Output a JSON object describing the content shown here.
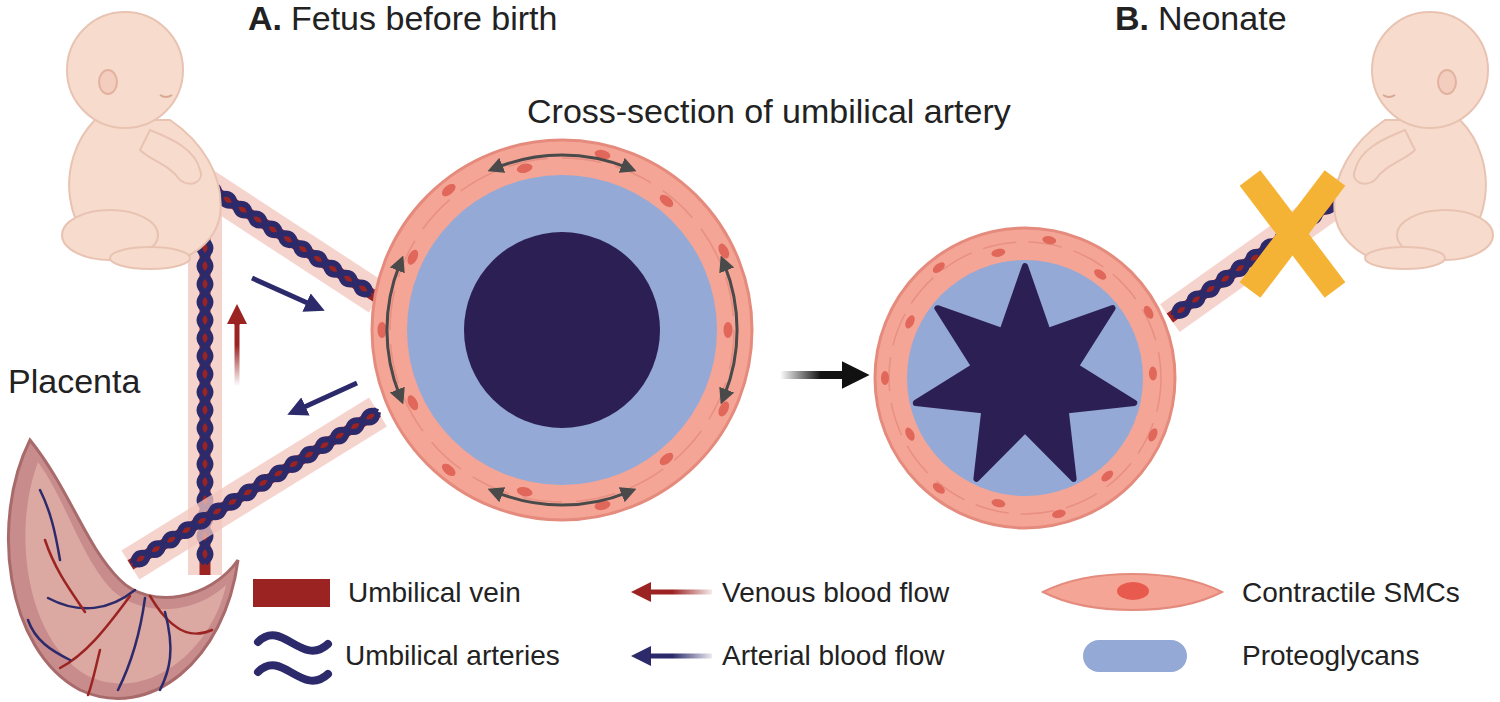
{
  "diagram": {
    "labels": [
      "A.",
      "Fetus before birth",
      "Cross-section of umbilical artery",
      "B.",
      "Neonate",
      "Placenta"
    ],
    "legend": [
      {
        "text": "Umbilical vein",
        "color": "#9b2423"
      },
      {
        "text": "Venous blood flow"
      },
      {
        "text": "Contractile SMCs"
      },
      {
        "text": "Umbilical arteries"
      },
      {
        "text": "Arterial blood flow"
      },
      {
        "text": "Proteoglycans",
        "color": "#94a9d6"
      }
    ]
  }
}
